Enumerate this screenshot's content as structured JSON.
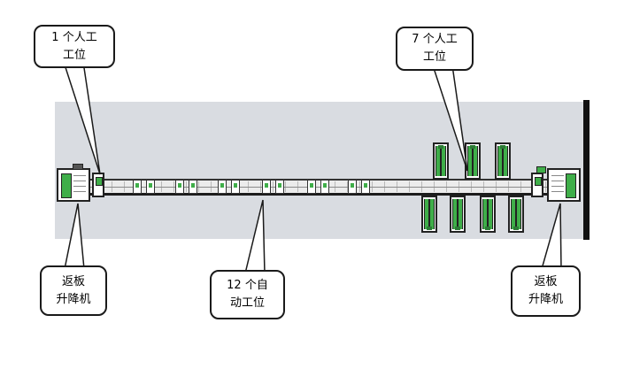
{
  "diagram": {
    "callouts": {
      "manual_1": {
        "line1": "1 个人工",
        "line2": "工位"
      },
      "manual_7": {
        "line1": "7 个人工",
        "line2": "工位"
      },
      "lifter_left": {
        "line1": "返板",
        "line2": "升降机"
      },
      "auto_12": {
        "line1": "12 个自",
        "line2": "动工位"
      },
      "lifter_right": {
        "line1": "返板",
        "line2": "升降机"
      }
    },
    "colors": {
      "floor_band": "#d9dce1",
      "accent_green": "#3fae49",
      "outline": "#1f1f1f",
      "wall": "#111111"
    }
  }
}
